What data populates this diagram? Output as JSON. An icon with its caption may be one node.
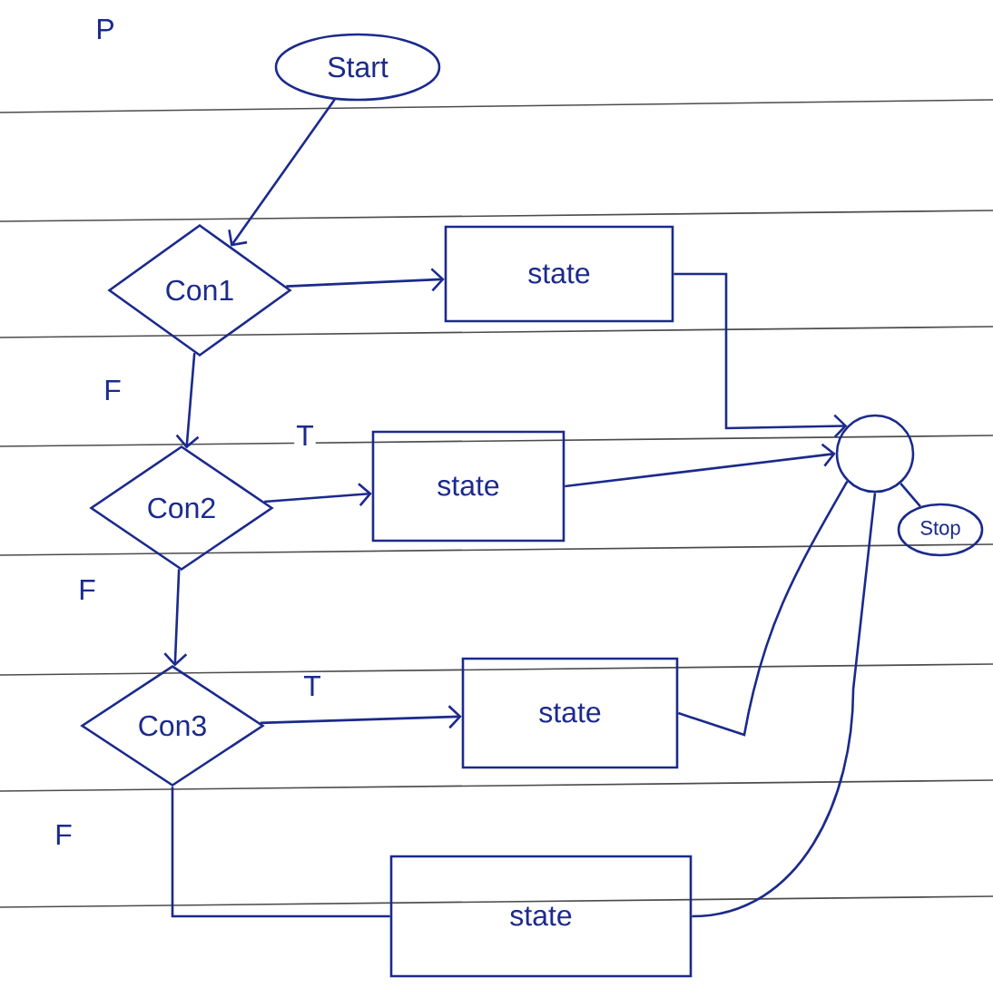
{
  "diagram": {
    "nodes": [
      {
        "text": [
          "Start"
        ]
      },
      {
        "text": [
          "Con1"
        ]
      },
      {
        "text": [
          "state"
        ]
      },
      {
        "text": [
          "Con2"
        ]
      },
      {
        "text": [
          "state"
        ]
      },
      {
        "text": [
          "Con3"
        ]
      },
      {
        "text": [
          "state"
        ]
      },
      {
        "text": [
          "state"
        ]
      },
      {
        "text": [],
        "shape": "circle"
      },
      {
        "text": [
          "Stop"
        ]
      }
    ],
    "edges": [
      {
        "from": 0,
        "to": 1,
        "arrow": "to"
      },
      {
        "from": 1,
        "to": 2,
        "arrow": "to"
      },
      {
        "from": 1,
        "to": 3,
        "arrow": "to",
        "label": "F"
      },
      {
        "from": 3,
        "to": 4,
        "arrow": "to",
        "label": "T"
      },
      {
        "from": 3,
        "to": 5,
        "arrow": "to",
        "label": "F"
      },
      {
        "from": 5,
        "to": 6,
        "arrow": "to",
        "label": "T"
      },
      {
        "from": 5,
        "to": 7,
        "arrow": "none",
        "label": "F"
      },
      {
        "from": 2,
        "to": 8,
        "arrow": "to"
      },
      {
        "from": 4,
        "to": 8,
        "arrow": "to"
      },
      {
        "from": 6,
        "to": 8,
        "arrow": "none"
      },
      {
        "from": 7,
        "to": 8,
        "arrow": "none"
      },
      {
        "from": 8,
        "to": 9,
        "arrow": "none"
      }
    ],
    "labels": [
      "P"
    ]
  }
}
